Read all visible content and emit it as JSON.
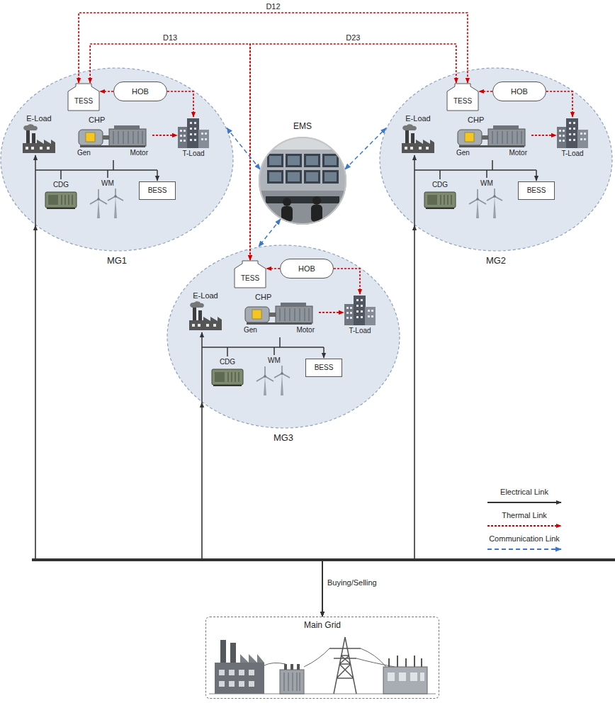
{
  "diagram": {
    "nodes": [
      {
        "text": [
          "MG1"
        ]
      },
      {
        "text": [
          "TESS"
        ],
        "in": 0
      },
      {
        "text": [
          "HOB"
        ],
        "in": 0
      },
      {
        "text": [
          "E-Load"
        ],
        "in": 0
      },
      {
        "text": [
          "CHP",
          "Gen",
          "Motor"
        ],
        "in": 0
      },
      {
        "text": [
          "T-Load"
        ],
        "in": 0
      },
      {
        "text": [
          "CDG"
        ],
        "in": 0
      },
      {
        "text": [
          "WM"
        ],
        "in": 0
      },
      {
        "text": [
          "BESS"
        ],
        "in": 0
      },
      {
        "text": [
          "EMS"
        ]
      },
      {
        "text": [
          "MG2"
        ]
      },
      {
        "text": [
          "TESS"
        ],
        "in": 10
      },
      {
        "text": [
          "HOB"
        ],
        "in": 10
      },
      {
        "text": [
          "E-Load"
        ],
        "in": 10
      },
      {
        "text": [
          "CHP",
          "Gen",
          "Motor"
        ],
        "in": 10
      },
      {
        "text": [
          "T-Load"
        ],
        "in": 10
      },
      {
        "text": [
          "CDG"
        ],
        "in": 10
      },
      {
        "text": [
          "WM"
        ],
        "in": 10
      },
      {
        "text": [
          "BESS"
        ],
        "in": 10
      },
      {
        "text": [
          "MG3"
        ]
      },
      {
        "text": [
          "TESS"
        ],
        "in": 19
      },
      {
        "text": [
          "HOB"
        ],
        "in": 19
      },
      {
        "text": [
          "E-Load"
        ],
        "in": 19
      },
      {
        "text": [
          "CHP",
          "Gen",
          "Motor"
        ],
        "in": 19
      },
      {
        "text": [
          "T-Load"
        ],
        "in": 19
      },
      {
        "text": [
          "CDG"
        ],
        "in": 19
      },
      {
        "text": [
          "WM"
        ],
        "in": 19
      },
      {
        "text": [
          "BESS"
        ],
        "in": 19
      },
      {
        "text": [
          "Main Grid"
        ]
      }
    ],
    "edges": [
      {
        "from": 2,
        "to": 1,
        "arrow": "to"
      },
      {
        "from": 2,
        "to": 5,
        "arrow": "to"
      },
      {
        "from": 4,
        "to": 5,
        "arrow": "to"
      },
      {
        "from": 12,
        "to": 11,
        "arrow": "to"
      },
      {
        "from": 12,
        "to": 15,
        "arrow": "to"
      },
      {
        "from": 14,
        "to": 15,
        "arrow": "to"
      },
      {
        "from": 21,
        "to": 20,
        "arrow": "to"
      },
      {
        "from": 21,
        "to": 24,
        "arrow": "to"
      },
      {
        "from": 23,
        "to": 24,
        "arrow": "to"
      },
      {
        "from": 1,
        "to": 11,
        "label": "D12",
        "arrow": "both"
      },
      {
        "from": 1,
        "to": 20,
        "label": "D13",
        "arrow": "both"
      },
      {
        "from": 11,
        "to": 20,
        "label": "D23",
        "arrow": "both"
      },
      {
        "from": 9,
        "to": 0,
        "arrow": "both"
      },
      {
        "from": 9,
        "to": 10,
        "arrow": "both"
      },
      {
        "from": 9,
        "to": 19,
        "arrow": "both"
      },
      {
        "from": 0,
        "to": 28,
        "arrow": "both"
      },
      {
        "from": 10,
        "to": 28,
        "arrow": "both"
      },
      {
        "from": 19,
        "to": 28,
        "arrow": "both"
      }
    ],
    "labels": [
      "Buying/Selling"
    ],
    "legend": [
      {
        "text": "Electrical Link"
      },
      {
        "text": "Thermal Link"
      },
      {
        "text": "Communication Link"
      }
    ]
  }
}
